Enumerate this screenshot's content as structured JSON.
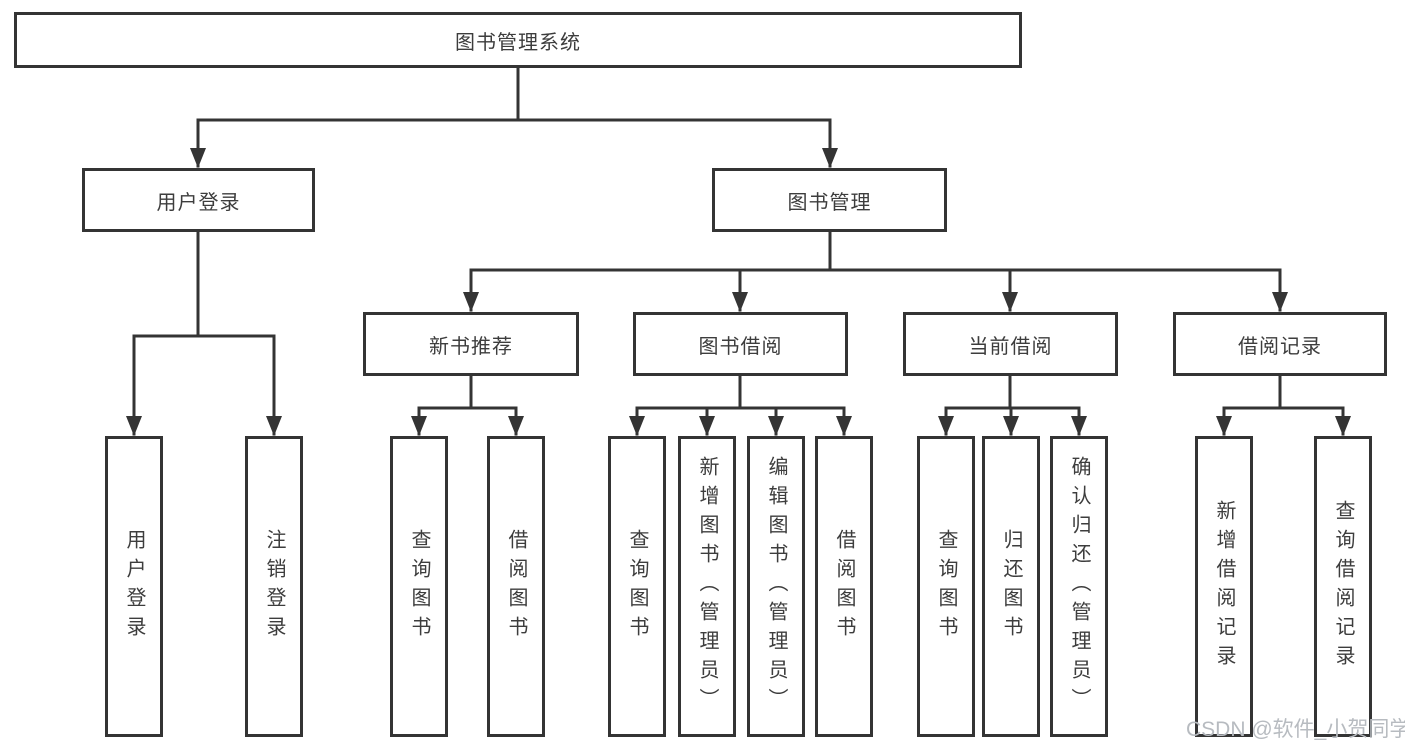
{
  "tree": {
    "label": "图书管理系统",
    "children": [
      {
        "label": "用户登录",
        "children": [
          {
            "label": "用户登录"
          },
          {
            "label": "注销登录"
          }
        ]
      },
      {
        "label": "图书管理",
        "children": [
          {
            "label": "新书推荐",
            "children": [
              {
                "label": "查询图书"
              },
              {
                "label": "借阅图书"
              }
            ]
          },
          {
            "label": "图书借阅",
            "children": [
              {
                "label": "查询图书"
              },
              {
                "label": "新增图书（管理员）"
              },
              {
                "label": "编辑图书（管理员）"
              },
              {
                "label": "借阅图书"
              }
            ]
          },
          {
            "label": "当前借阅",
            "children": [
              {
                "label": "查询图书"
              },
              {
                "label": "归还图书"
              },
              {
                "label": "确认归还（管理员）"
              }
            ]
          },
          {
            "label": "借阅记录",
            "children": [
              {
                "label": "新增借阅记录"
              },
              {
                "label": "查询借阅记录"
              }
            ]
          }
        ]
      }
    ]
  },
  "watermark": {
    "text": "CSDN @软件_小贺同学"
  },
  "colors": {
    "line": "#343434",
    "text": "#3d3d3d",
    "watermark": "#b7bbc0"
  }
}
